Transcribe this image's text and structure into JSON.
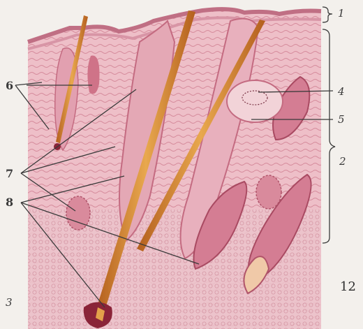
{
  "labels": {
    "layer_epidermis": "1",
    "layer_dermis": "2",
    "layer_hypodermis": "3",
    "sebaceous_gland_cell": "4",
    "sebaceous_gland": "5",
    "hair": "6",
    "hair_follicle_sheath": "7",
    "hair_bulb": "8"
  },
  "figure_number": "12",
  "colors": {
    "background": "#f3f0ec",
    "tissue": "#e8b9c2",
    "tissue_dark": "#c97488",
    "hair_shaft": "#c8762a",
    "hair_core": "#e3a14a",
    "bulb": "#8a2438"
  }
}
